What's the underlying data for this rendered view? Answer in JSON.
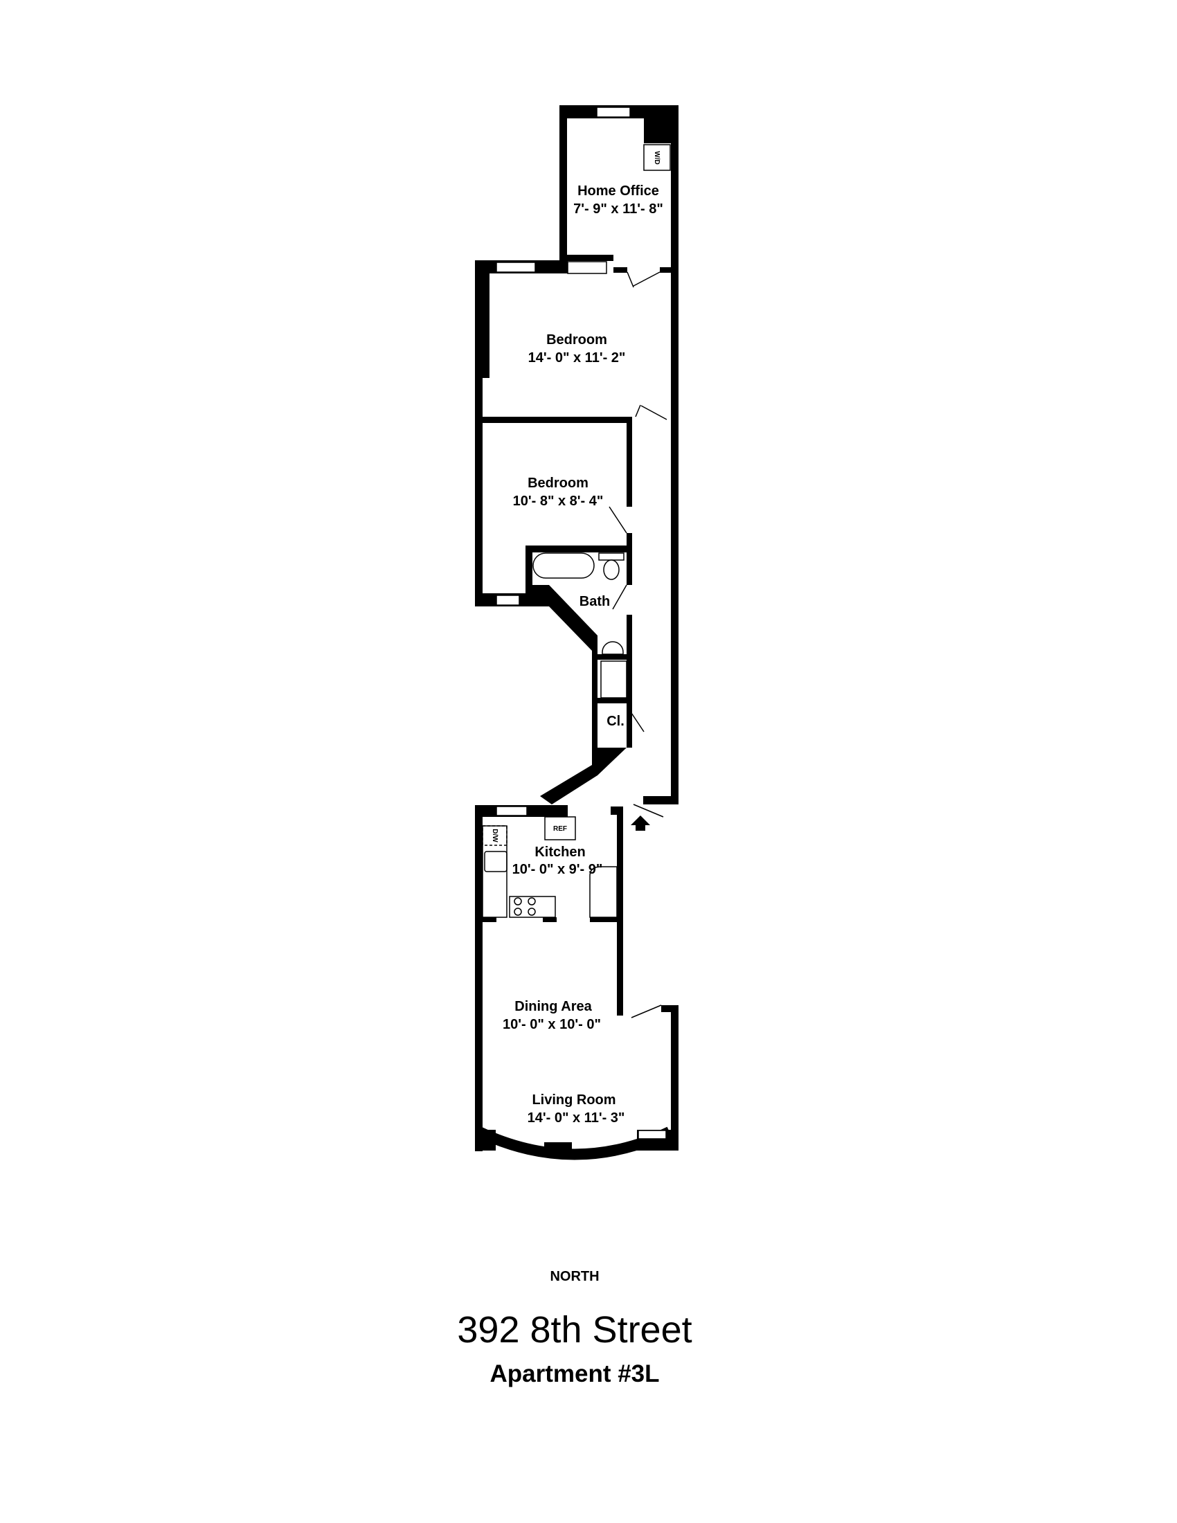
{
  "rooms": [
    {
      "name": "Home Office",
      "dims": "7'- 9\" x 11'- 8\""
    },
    {
      "name": "Bedroom",
      "dims": "14'- 0\" x 11'- 2\""
    },
    {
      "name": "Bedroom",
      "dims": "10'- 8\" x 8'- 4\""
    },
    {
      "name": "Bath"
    },
    {
      "name": "Cl."
    },
    {
      "name": "Kitchen",
      "dims": "10'- 0\" x 9'- 9\""
    },
    {
      "name": "Dining Area",
      "dims": "10'- 0\" x 10'- 0\""
    },
    {
      "name": "Living Room",
      "dims": "14'- 0\" x 11'- 3\""
    }
  ],
  "fixtures": {
    "washer_dryer": "W/D",
    "refrigerator": "REF",
    "dishwasher": "D/W"
  },
  "compass": "NORTH",
  "address": "392 8th Street",
  "unit": "Apartment #3L"
}
